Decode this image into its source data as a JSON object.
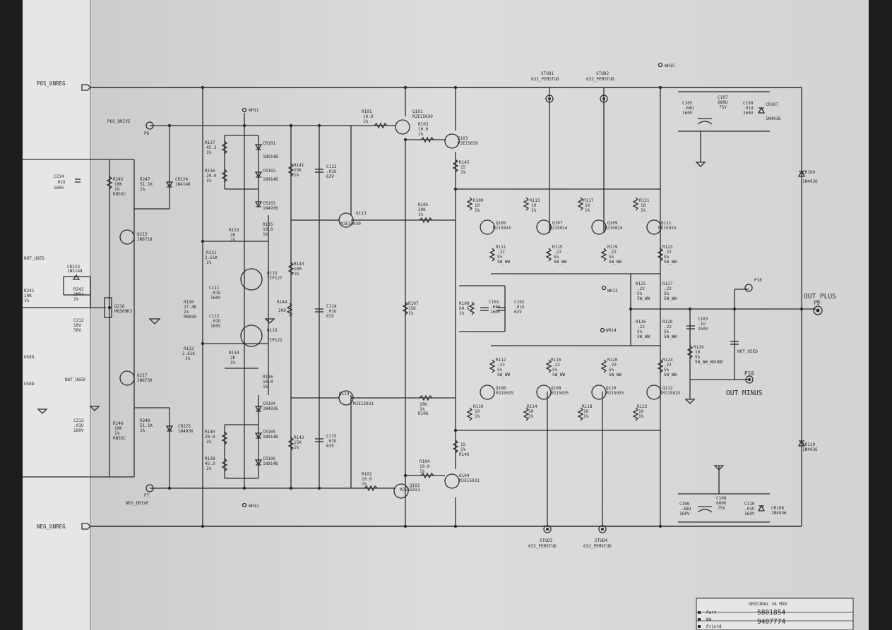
{
  "rails": {
    "pos_unreg": "POS_UNREG",
    "neg_unreg": "NEG_UNREG",
    "pos_drive": "POS_DRIVE",
    "p6": "P6",
    "p7": "P7",
    "neg_drive": "NEG_DRIVE"
  },
  "testpoints": {
    "wh11": "WH11",
    "wh12": "WH12",
    "wh13": "WH13",
    "wh14": "WH14",
    "wh15": "WH15",
    "p16": "P16"
  },
  "studs": [
    {
      "name": "STUD1",
      "part": "632_PEMSTUD"
    },
    {
      "name": "STUD2",
      "part": "632_PEMSTUD"
    },
    {
      "name": "STUD3",
      "part": "632_PEMSTUD"
    },
    {
      "name": "STUD4",
      "part": "632_PEMSTUD"
    }
  ],
  "outputs": {
    "out_plus": "OUT_PLUS",
    "p9": "P9",
    "p10": "P10",
    "out_minus": "OUT MINUS",
    "not_used": "NOT_USED"
  },
  "left_partial": {
    "c214": [
      "C214",
      ".01U",
      "160V"
    ],
    "r245": [
      "R245",
      "10K",
      "1%",
      "RN55C"
    ],
    "r247": [
      "R247",
      "51.1K",
      "1%"
    ],
    "cr224": "CR224",
    "cr224_part": "1N4148",
    "q215": [
      "Q215",
      "2N6718"
    ],
    "not_used_a": "NOT_USED",
    "cr223": [
      "CR223",
      "1N5148"
    ],
    "r242": [
      "R242",
      "2M04",
      "1%"
    ],
    "r241": [
      "R241",
      "10K",
      "1%"
    ],
    "q216": [
      "Q216",
      "MGS09K3"
    ],
    "c212": [
      "C212",
      "10U",
      "50V"
    ],
    "used_a": "USED",
    "used_b": "USED",
    "not_used_b": "NOT_USED",
    "q217": [
      "Q217",
      "2N6730"
    ],
    "c213": [
      "C213",
      ".01U",
      "160V"
    ],
    "r246": [
      "R246",
      "10K",
      "1%",
      "RN55C"
    ],
    "r248": [
      "R248",
      "51.1K",
      "1%"
    ],
    "cr225": [
      "CR225",
      "1N4936"
    ]
  },
  "bias": {
    "r137": [
      "R137",
      "45.3",
      "1%"
    ],
    "r136a": [
      "R136",
      "20.0",
      "1%"
    ],
    "cr101": [
      "CR101",
      "1N914B"
    ],
    "cr102": [
      "CR102",
      "1N914B"
    ],
    "cr103": [
      "CR103",
      "1N4936"
    ],
    "r133": [
      "R133",
      "2K",
      "1%"
    ],
    "r135": [
      "R135",
      "10.0",
      "1%"
    ],
    "r131": [
      "R131",
      "2.61K",
      "1%"
    ],
    "q115": [
      "Q115",
      "TIP127"
    ],
    "q116": [
      "Q116",
      "TIP122"
    ],
    "c111": [
      "C111",
      ".01U",
      "160V"
    ],
    "c112": [
      "C112",
      ".01U",
      "160V"
    ],
    "r130": [
      "R130",
      "27.4K",
      "1%",
      "RN55D"
    ],
    "r144": [
      "R144",
      "200"
    ],
    "r132": [
      "R132",
      "2.61K",
      "1%"
    ],
    "r134": [
      "R134",
      "2K",
      "1%"
    ],
    "r136": [
      "R136",
      "10.0",
      "1%"
    ],
    "cr104": [
      "CR104",
      "1N4936"
    ],
    "cr105": [
      "CR105",
      "1N914B"
    ],
    "cr106": [
      "CR106",
      "1N914B"
    ],
    "r140": [
      "R140",
      "20.0",
      "1%"
    ],
    "r138": [
      "R138",
      "45.3",
      "1%"
    ],
    "r141": [
      "R141",
      "15K",
      "1%"
    ],
    "r143": [
      "R143",
      "100",
      "1%"
    ],
    "r142": [
      "R142",
      "15K",
      "1%"
    ],
    "c113": [
      "C113",
      ".01U",
      "63V"
    ],
    "c114": [
      "C114",
      ".01U",
      "63V"
    ],
    "c115": [
      "C115",
      ".01U",
      "63V"
    ]
  },
  "drivers": {
    "r101": [
      "R101",
      "10.0",
      "1%"
    ],
    "q101": [
      "Q101",
      "MJE15030"
    ],
    "r103": [
      "R103",
      "10.0",
      "1%"
    ],
    "q103": [
      "Q103",
      "MJE15030"
    ],
    "r145": [
      "R145",
      "15",
      "1%"
    ],
    "q113": [
      "Q113",
      "MJE15030"
    ],
    "r105": [
      "R105",
      "20K",
      "1%"
    ],
    "r107": [
      "R107",
      "15K",
      "1%"
    ],
    "r108": [
      "R108",
      "60.6",
      "1%"
    ],
    "c101": [
      "C101",
      ".68U",
      "160V"
    ],
    "c102": [
      "C102",
      ".01U",
      "63V"
    ],
    "q114": [
      "Q114",
      "MJE15031"
    ],
    "r106": [
      "R106",
      "20K",
      "1%"
    ],
    "r146": [
      "R146",
      "15",
      "1%"
    ],
    "r104": [
      "R104",
      "10.0",
      "1%"
    ],
    "q104": [
      "Q104",
      "MJE15031"
    ],
    "r102": [
      "R102",
      "10.0",
      "1%"
    ],
    "q102": [
      "Q102",
      "MJE15031"
    ]
  },
  "outputs_upper": [
    {
      "rb": [
        "R109",
        "10",
        "1%"
      ],
      "q": [
        "Q105",
        "MJ15024"
      ],
      "re": [
        "R111",
        ".22",
        "5%",
        "5W_WW"
      ]
    },
    {
      "rb": [
        "R113",
        "10",
        "1%"
      ],
      "q": [
        "Q107",
        "MJ15024"
      ],
      "re": [
        "R115",
        ".22",
        "5%",
        "5W_WW"
      ]
    },
    {
      "rb": [
        "R117",
        "10",
        "1%"
      ],
      "q": [
        "Q109",
        "MJ15024"
      ],
      "re": [
        "R119",
        ".22",
        "5%",
        "5W_WW"
      ]
    },
    {
      "rb": [
        "R121",
        "10",
        "1%"
      ],
      "q": [
        "Q111",
        "MJ15024"
      ],
      "re": [
        "R123",
        ".22",
        "5%",
        "5W_WW"
      ]
    }
  ],
  "outputs_lower": [
    {
      "re": [
        "R112",
        ".22",
        "5%",
        "5W_WW"
      ],
      "q": [
        "Q106",
        "MJ15025"
      ],
      "rb": [
        "R110",
        "10",
        "1%"
      ]
    },
    {
      "re": [
        "R116",
        ".22",
        "5%",
        "5W_WW"
      ],
      "q": [
        "Q108",
        "MJ15025"
      ],
      "rb": [
        "R114",
        "10",
        "1%"
      ]
    },
    {
      "re": [
        "R120",
        ".22",
        "5%",
        "5W_WW"
      ],
      "q": [
        "Q110",
        "MJ15025"
      ],
      "rb": [
        "R118",
        "10",
        "1%"
      ]
    },
    {
      "re": [
        "R124",
        ".22",
        "5%",
        "5W_WW"
      ],
      "q": [
        "Q112",
        "MJ15025"
      ],
      "rb": [
        "R122",
        "10",
        "1%"
      ]
    }
  ],
  "output_misc": {
    "r125": [
      "R125",
      ".22",
      "5%",
      "5W_WW"
    ],
    "r127": [
      "R127",
      ".22",
      "5%",
      "5W_WW"
    ],
    "r126": [
      "R126",
      ".22",
      "5%",
      "5W_WW"
    ],
    "r128": [
      "R128",
      ".22",
      "5%",
      "5W_WW"
    ],
    "c103": [
      "C103",
      ".1U",
      "250V"
    ],
    "r129": [
      "R129",
      "10",
      "5%",
      "5W_WW_WOUND"
    ],
    "c105": [
      "C105",
      ".68U",
      "160V"
    ],
    "c107": [
      "C107",
      "680U",
      "75V"
    ],
    "c109": [
      "C109",
      ".01U",
      "160V"
    ],
    "cr107": [
      "CR107",
      "1N4936"
    ],
    "cr109": [
      "CR109",
      "1N4936"
    ],
    "cr110": [
      "CR110",
      "1N4936"
    ],
    "c106": [
      "C106",
      ".68U",
      "160V"
    ],
    "c108": [
      "C108",
      "680U",
      "75V"
    ],
    "c110": [
      "C110",
      ".01U",
      "160V"
    ],
    "cr108": [
      "CR108",
      "1N4936"
    ]
  },
  "title_block": {
    "header": "ORIGINAL 3A MOD",
    "part_label": "Part",
    "part_value": "5801854",
    "wa_label": "WA",
    "wa_value": "9407774",
    "printd_label": "Printd"
  }
}
